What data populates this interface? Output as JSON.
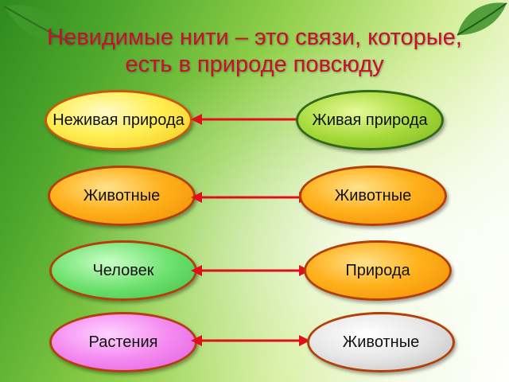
{
  "title": "Невидимые нити – это связи, которые, есть в природе повсюду",
  "pairs": [
    {
      "left": "Неживая природа",
      "right": "Живая природа"
    },
    {
      "left": "Животные",
      "right": "Животные"
    },
    {
      "left": "Человек",
      "right": "Природа"
    },
    {
      "left": "Растения",
      "right": "Животные"
    }
  ],
  "colors": {
    "title": "#c8102e",
    "arrow": "#e0101a"
  },
  "icons": {
    "arrow": "double-headed-arrow-icon",
    "decoration": "leaf-icon"
  }
}
